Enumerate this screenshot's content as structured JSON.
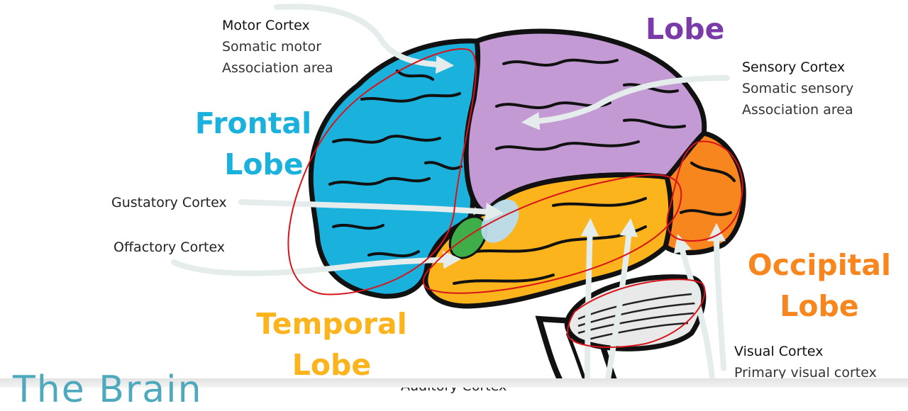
{
  "lobes": {
    "parietal_partial": "Lobe",
    "frontal": [
      "Frontal",
      "Lobe"
    ],
    "temporal": [
      "Temporal",
      "Lobe"
    ],
    "occipital": [
      "Occipital",
      "Lobe"
    ]
  },
  "labels": {
    "motor": {
      "title": "Motor Cortex",
      "lines": [
        "Somatic motor",
        "Association area"
      ]
    },
    "sensory": {
      "title": "Sensory Cortex",
      "lines": [
        "Somatic sensory",
        "Association area"
      ]
    },
    "gustatory": "Gustatory Cortex",
    "olfactory": "Offactory Cortex",
    "visual": {
      "title": "Visual Cortex",
      "lines": [
        "Primary visual cortex"
      ]
    },
    "auditory_partial": "Auditory Cortex"
  },
  "bottom_title_partial": "The Brain",
  "colors": {
    "frontal": "#1bb1dd",
    "parietal": "#c39ad3",
    "parietal_text": "#7a3aa8",
    "temporal": "#fbb41b",
    "occipital": "#f7861f",
    "cerebellum": "#e9e9e9",
    "annotation": "#d8141b",
    "arrow": "#e5ecec"
  }
}
